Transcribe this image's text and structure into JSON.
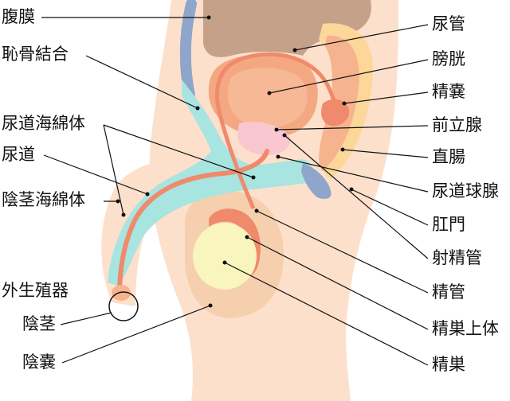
{
  "labels": {
    "fukumaku": "腹膜",
    "chikotsu_ketsugo": "恥骨結合",
    "nyodo_kaimentai": "尿道海綿体",
    "nyodo": "尿道",
    "inkei_kaimentai": "陰茎海綿体",
    "gaisei_shokuki": "外生殖器",
    "inkei": "陰茎",
    "inno": "陰嚢",
    "nyokan": "尿管",
    "boko": "膀胱",
    "seino": "精嚢",
    "zenritsusen": "前立腺",
    "chokucho": "直腸",
    "nyodo_kyusen": "尿道球腺",
    "komon": "肛門",
    "shaseikan": "射精管",
    "seikan": "精管",
    "seiso_jotai": "精巣上体",
    "seiso": "精巣"
  },
  "colors": {
    "skin": "#fde0cc",
    "skin_shade": "#f6cfae",
    "peritoneum_blue": "#8ea6c9",
    "cyan": "#a8e4e0",
    "orange": "#ef8a6c",
    "bladder": "#f7b08b",
    "bowel_brown": "#c6a189",
    "yellow": "#fdd79a",
    "testis": "#f8f5bf",
    "pink": "#f8c7cf",
    "leader": "#111111"
  }
}
